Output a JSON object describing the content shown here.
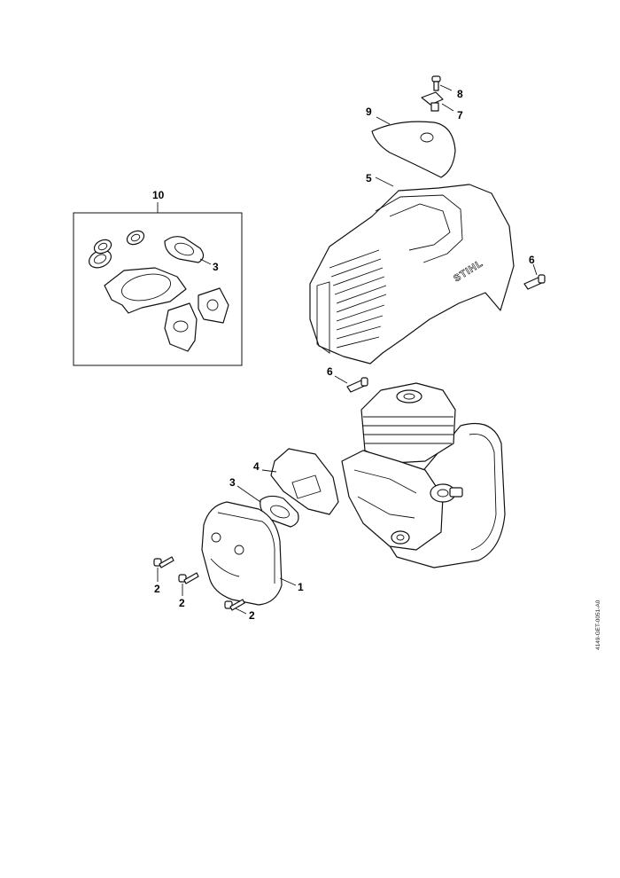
{
  "callouts": {
    "c1": "1",
    "c2a": "2",
    "c2b": "2",
    "c2c": "2",
    "c3a": "3",
    "c3b": "3",
    "c4": "4",
    "c5": "5",
    "c6a": "6",
    "c6b": "6",
    "c7": "7",
    "c8": "8",
    "c9": "9",
    "c10": "10"
  },
  "brand_marking": "STIHL",
  "document_id": "4149-GET-0051-A0",
  "colors": {
    "line": "#111111",
    "background": "#ffffff"
  }
}
